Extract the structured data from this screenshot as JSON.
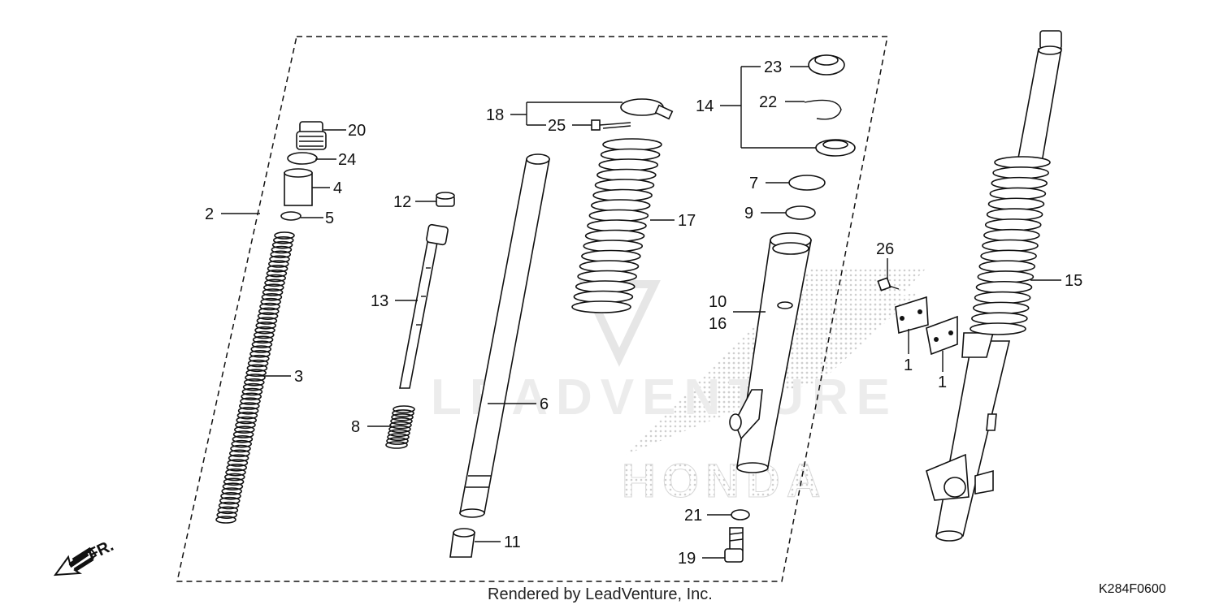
{
  "callouts": {
    "c1a": "1",
    "c1b": "1",
    "c2": "2",
    "c3": "3",
    "c4": "4",
    "c5": "5",
    "c6": "6",
    "c7": "7",
    "c8": "8",
    "c9": "9",
    "c10": "10",
    "c11": "11",
    "c12": "12",
    "c13": "13",
    "c14": "14",
    "c15": "15",
    "c16": "16",
    "c17": "17",
    "c18": "18",
    "c19": "19",
    "c20": "20",
    "c21": "21",
    "c22": "22",
    "c23": "23",
    "c24": "24",
    "c25": "25",
    "c26": "26"
  },
  "footer": {
    "rendered_by": "Rendered by LeadVenture, Inc.",
    "diagram_code": "K284F0600",
    "front_label": "FR."
  },
  "watermark": {
    "brand_text": "LEADVENTURE",
    "honda_text": "HONDA"
  },
  "colors": {
    "line": "#111111",
    "watermark": "#d8d8d8"
  }
}
